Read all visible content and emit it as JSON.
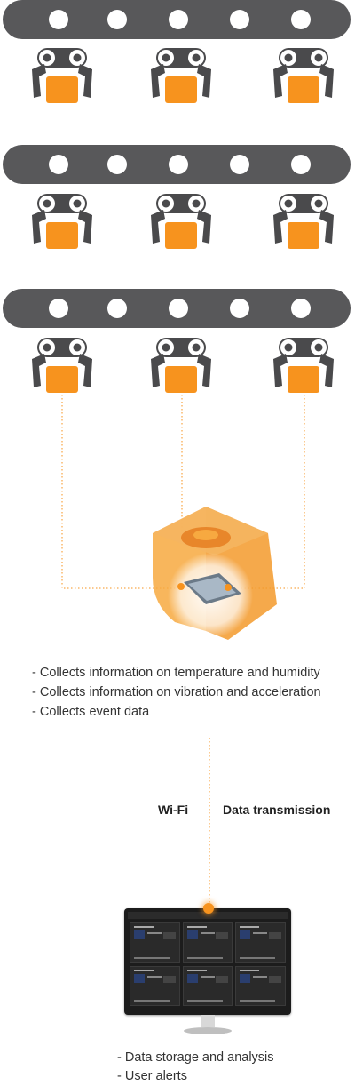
{
  "features": [
    "- Collects information on temperature and humidity",
    "- Collects information on vibration and acceleration",
    "- Collects event data"
  ],
  "transmission": {
    "left_label": "Wi-Fi",
    "right_label": "Data transmission"
  },
  "server_features": [
    "- Data storage and analysis",
    "- User alerts"
  ],
  "colors": {
    "rail": "#58585a",
    "gripper": "#4a4a4c",
    "accent": "#f7931e",
    "dotted_line": "#f7931e"
  },
  "icons": {
    "gripper": "robot-gripper-icon",
    "sensor": "iot-sensor-device-icon",
    "monitor": "dashboard-monitor-icon"
  }
}
